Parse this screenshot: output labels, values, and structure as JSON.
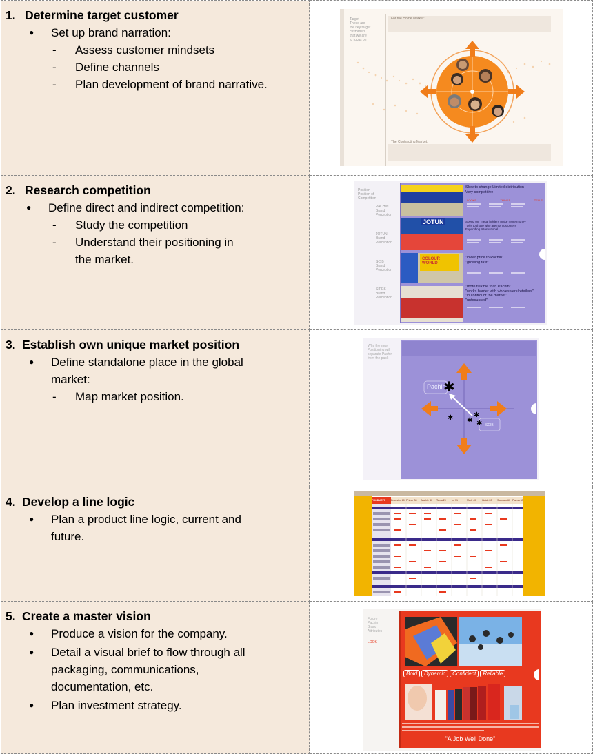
{
  "steps": [
    {
      "number": "1.",
      "title": "Determine target customer",
      "bullets": [
        {
          "text": "Set up brand narration:",
          "subs": [
            "Assess customer mindsets",
            "Define channels",
            "Plan development of brand narrative."
          ]
        }
      ]
    },
    {
      "number": "2.",
      "title": "Research competition",
      "bullets": [
        {
          "text": "Define direct and indirect competition:",
          "subs": [
            "Study the competition",
            "Understand their positioning in the market."
          ]
        }
      ]
    },
    {
      "number": "3.",
      "title": "Establish own unique market position",
      "bullets": [
        {
          "text": "Define standalone place in the global market:",
          "subs": [
            "Map market position."
          ]
        }
      ]
    },
    {
      "number": "4.",
      "title": "Develop a line logic",
      "bullets": [
        {
          "text": "Plan a product line logic, current and future.",
          "subs": []
        }
      ]
    },
    {
      "number": "5.",
      "title": "Create a master vision",
      "bullets": [
        {
          "text": "Produce a vision for the company.",
          "subs": []
        },
        {
          "text": "Detail a visual brief to flow through all packaging, communications, documentation, etc.",
          "subs": []
        },
        {
          "text": "Plan investment strategy.",
          "subs": []
        }
      ]
    }
  ],
  "slide1": {
    "side": "Target\nThese are\nthe key target\ncustomers\nthat we are\nto focus on",
    "home_title": "For the Home Market:",
    "contract_title": "The Contracting Market:"
  },
  "slide2": {
    "side": "Position\nPosition of\nCompetition",
    "brands": [
      {
        "label": "PACHIN\nBrand\nPerception",
        "sign": "",
        "quote": "Slow to change Limited distribution\nVery competitive"
      },
      {
        "label": "JOTUN\nBrand\nPerception",
        "sign": "JOTUN",
        "quote": "Spend on \"metal holders make more money\"\n\"tells to those who are not customers\"\nExpanding International"
      },
      {
        "label": "SCIB\nBrand\nPerception",
        "sign": "COLOUR WORLD",
        "quote": "\"lower price to Pachin\"\n\"growing fast\""
      },
      {
        "label": "SIPES\nBrand\nPerception",
        "sign": "",
        "quote": "\"more flexible than Pachin\"\n\"works harder with wholesalers/retailers\"\n\"in control of the market\"\n\"unfocussed\""
      }
    ],
    "col_labels": [
      "LOOKS",
      "THINKS",
      "TELLS"
    ]
  },
  "slide3": {
    "side": "Why the new\nPositioning will\nseparate Pachin\nfrom the pack",
    "brand": "Pachin",
    "corner": "SCIB"
  },
  "slide4": {
    "columns": [
      "PRODUCTS",
      "Emulsion 80",
      "Primer 30",
      "Marble 40",
      "Tama 20",
      "Int 71",
      "Marb 40",
      "Hatch 20",
      "Staccato 60",
      "Parma 30"
    ]
  },
  "slide5": {
    "side": "Future\nPachin\nBrand\nAttributes",
    "look": "LOOK",
    "attributes": [
      "Bold",
      "Dynamic",
      "Confident",
      "Reliable"
    ],
    "tagline": "\"A Job Well Done\""
  },
  "colors": {
    "left_bg": "#f5e9dc",
    "accent_orange": "#f07d1a",
    "lavender": "#9c91d8",
    "red": "#e8391f",
    "yellow": "#f2b400"
  }
}
